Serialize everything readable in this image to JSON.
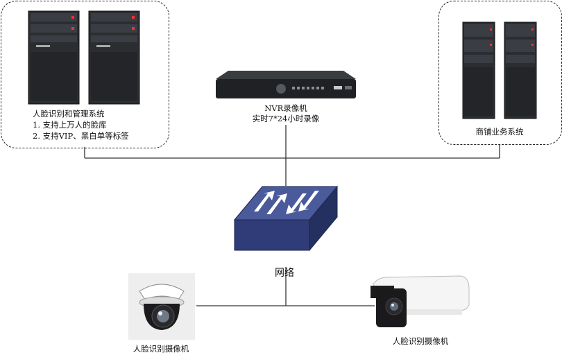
{
  "left_group": {
    "title": "人脸识别和管理系统",
    "line1": "1. 支持上万人的脸库",
    "line2": "2. 支持VIP、黑白单等标签"
  },
  "nvr": {
    "title": "NVR录像机",
    "subtitle": "实时7*24小时录像"
  },
  "right_group": {
    "title": "商铺业务系统"
  },
  "switch": {
    "label": "网络"
  },
  "camera_left": {
    "label": "人脸识别摄像机"
  },
  "camera_right": {
    "label": "人脸识别摄像机"
  },
  "colors": {
    "switch_top": "#4a5a9a",
    "switch_side": "#2f3c78",
    "server_body": "#2b2d31",
    "wire": "#333333"
  }
}
